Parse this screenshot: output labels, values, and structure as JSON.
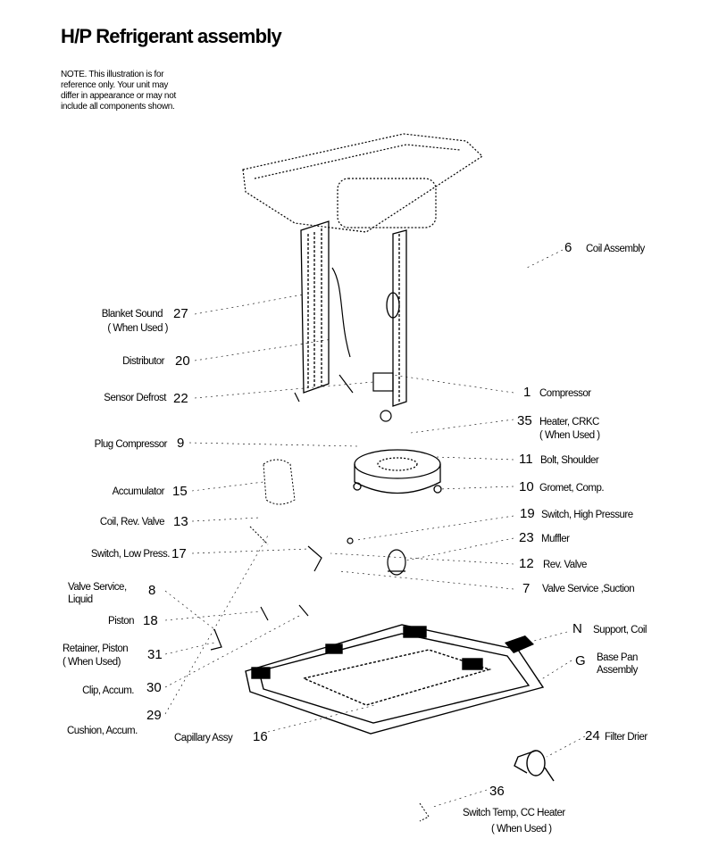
{
  "title": "H/P Refrigerant assembly",
  "note_lines": [
    "NOTE. This illustration is for",
    "reference only. Your unit may",
    "differ in appearance or may not",
    "include all components shown."
  ],
  "parts": {
    "coil_assembly": {
      "num": "6",
      "label": "Coil Assembly"
    },
    "blanket_sound": {
      "num": "27",
      "label": "Blanket Sound",
      "sub": "( When Used )"
    },
    "distributor": {
      "num": "20",
      "label": "Distributor"
    },
    "sensor_defrost": {
      "num": "22",
      "label": "Sensor Defrost"
    },
    "plug_compressor": {
      "num": "9",
      "label": "Plug Compressor"
    },
    "accumulator": {
      "num": "15",
      "label": "Accumulator"
    },
    "coil_rev_valve": {
      "num": "13",
      "label": "Coil, Rev. Valve"
    },
    "switch_low_press": {
      "num": "17",
      "label": "Switch, Low Press."
    },
    "valve_service_liquid": {
      "num": "8",
      "label": "Valve Service,",
      "sub": "Liquid"
    },
    "piston": {
      "num": "18",
      "label": "Piston"
    },
    "retainer_piston": {
      "num": "31",
      "label": "Retainer, Piston",
      "sub": "( When Used)"
    },
    "clip_accum": {
      "num": "30",
      "label": "Clip, Accum."
    },
    "cushion_accum": {
      "num": "29",
      "label": "Cushion, Accum."
    },
    "capillary_assy": {
      "num": "16",
      "label": "Capillary Assy"
    },
    "compressor": {
      "num": "1",
      "label": "Compressor"
    },
    "heater_crkc": {
      "num": "35",
      "label": "Heater, CRKC",
      "sub": "( When Used )"
    },
    "bolt_shoulder": {
      "num": "11",
      "label": "Bolt, Shoulder"
    },
    "gromet_comp": {
      "num": "10",
      "label": "Gromet, Comp."
    },
    "switch_high_pressure": {
      "num": "19",
      "label": "Switch, High Pressure"
    },
    "muffler": {
      "num": "23",
      "label": "Muffler"
    },
    "rev_valve": {
      "num": "12",
      "label": "Rev. Valve"
    },
    "valve_service_suction": {
      "num": "7",
      "label": "Valve Service ,Suction"
    },
    "support_coil": {
      "num": "N",
      "label": "Support, Coil"
    },
    "base_pan_assembly": {
      "num": "G",
      "label": "Base Pan",
      "sub": "Assembly"
    },
    "filter_drier": {
      "num": "24",
      "label": "Filter Drier"
    },
    "switch_temp_cc_heater": {
      "num": "36",
      "label": "Switch Temp, CC Heater",
      "sub": "( When Used )"
    }
  }
}
